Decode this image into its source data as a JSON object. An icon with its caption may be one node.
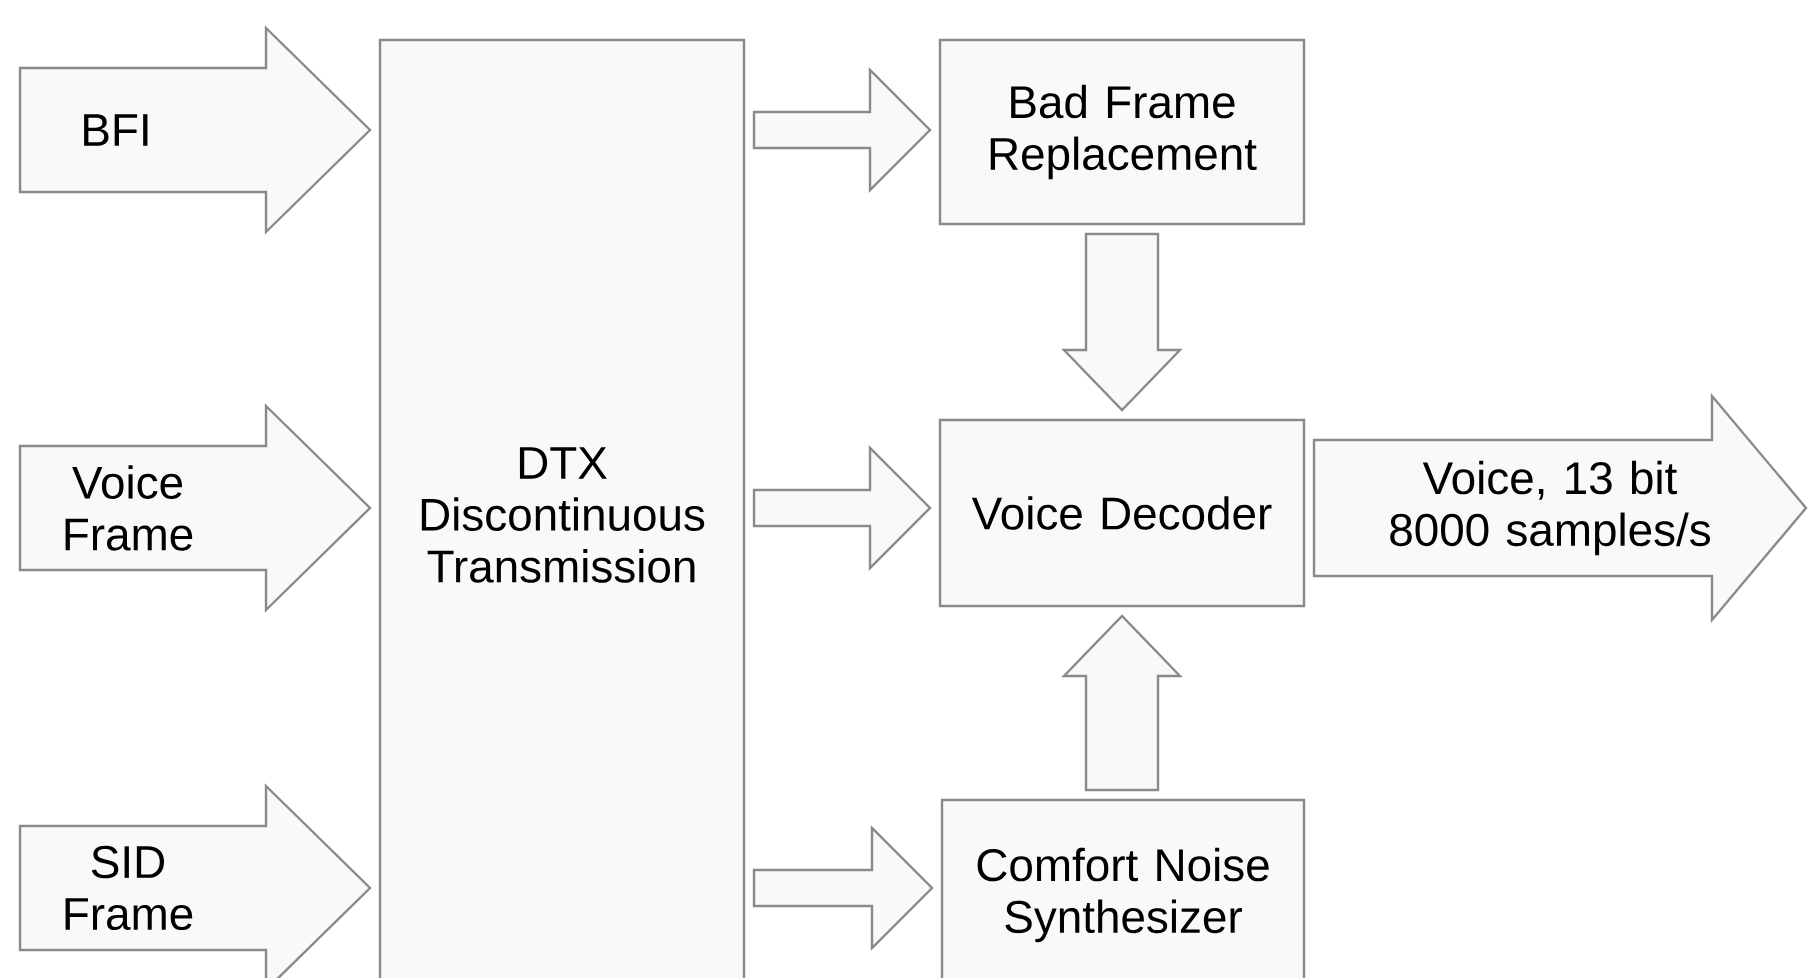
{
  "diagram": {
    "nodes": [
      {
        "text": [
          "DTX Discontinuous Transmission"
        ]
      },
      {
        "text": [
          "Bad Frame Replacement"
        ]
      },
      {
        "text": [
          "Voice Decoder"
        ]
      },
      {
        "text": [
          "Comfort Noise Synthesizer"
        ]
      }
    ],
    "edges": [
      {
        "from": null,
        "to": 0,
        "arrow": "to",
        "label": "BFI"
      },
      {
        "from": null,
        "to": 0,
        "arrow": "to",
        "label": "Voice Frame"
      },
      {
        "from": null,
        "to": 0,
        "arrow": "to",
        "label": "SID Frame"
      },
      {
        "from": 0,
        "to": 1,
        "arrow": "to"
      },
      {
        "from": 0,
        "to": 2,
        "arrow": "to"
      },
      {
        "from": 0,
        "to": 3,
        "arrow": "to"
      },
      {
        "from": 1,
        "to": 2,
        "arrow": "to"
      },
      {
        "from": 3,
        "to": 2,
        "arrow": "to"
      },
      {
        "from": 2,
        "to": null,
        "arrow": "to",
        "label": "Voice, 13 bit 8000 samples/s"
      }
    ]
  }
}
